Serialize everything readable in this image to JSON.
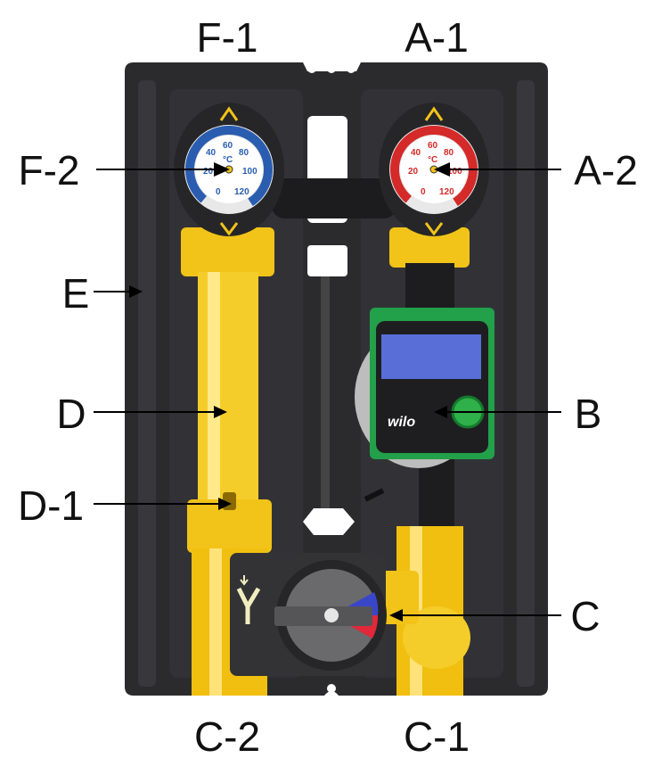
{
  "labels": {
    "f1": "F-1",
    "a1": "A-1",
    "f2": "F-2",
    "a2": "A-2",
    "e": "E",
    "d": "D",
    "d1": "D-1",
    "b": "B",
    "c": "C",
    "c2": "C-2",
    "c1": "C-1"
  },
  "gauges": {
    "unit": "°C",
    "ticks": [
      "0",
      "20",
      "40",
      "60",
      "80",
      "100",
      "120"
    ],
    "supply_color": "#2a5db0",
    "return_color": "#d42a2a"
  },
  "pump": {
    "brand": "wilo",
    "body_color": "#22a04a"
  },
  "colors": {
    "backplate": "#2b2b2e",
    "brass": "#f2c318",
    "actuator": "#333335"
  }
}
